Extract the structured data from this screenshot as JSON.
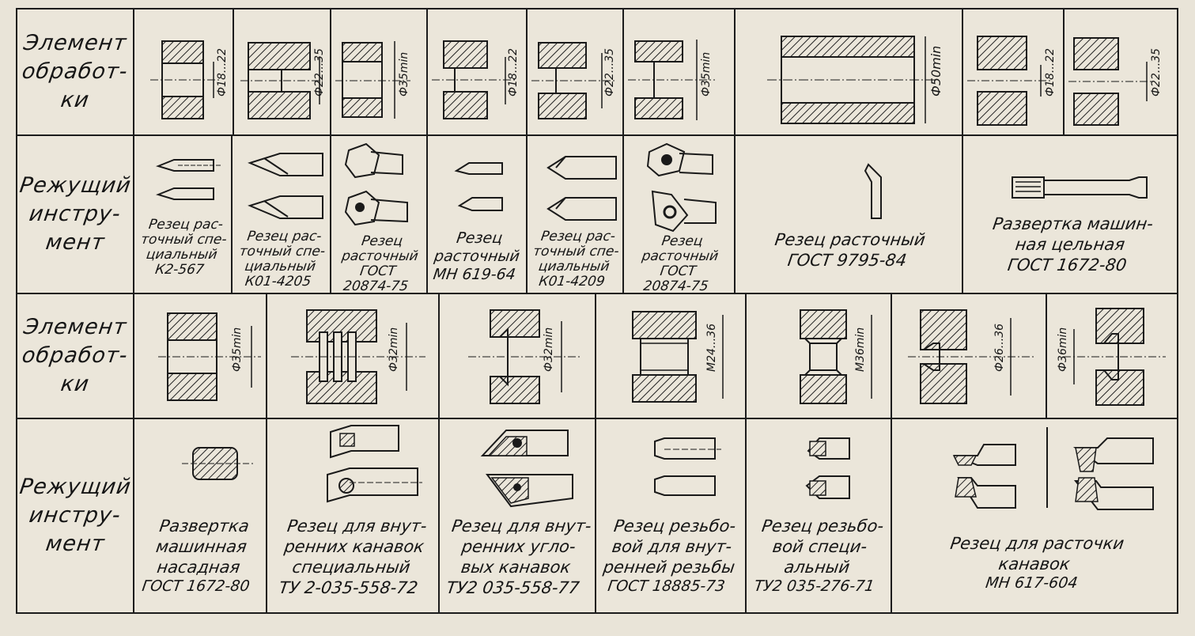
{
  "rows": {
    "element_label": [
      "Элемент",
      "обработ-",
      "ки"
    ],
    "tool_label": [
      "Режущий",
      "инстру-",
      "мент"
    ]
  },
  "top_elements": [
    {
      "dim": "Ф18...22"
    },
    {
      "dim": "Ф22...35"
    },
    {
      "dim": "Ф35min"
    },
    {
      "dim": "Ф18...22"
    },
    {
      "dim": "Ф22...35"
    },
    {
      "dim": "Ф35min"
    },
    {
      "dim": "Ф50min"
    },
    {
      "dim": "Ф18...22"
    },
    {
      "dim": "Ф22...35"
    }
  ],
  "top_tools": [
    {
      "lines": [
        "Резец рас-",
        "точный спе-",
        "циальный",
        "К2-567"
      ]
    },
    {
      "lines": [
        "Резец рас-",
        "точный спе-",
        "циальный",
        "К01-4205"
      ]
    },
    {
      "lines": [
        "Резец",
        "расточный",
        "ГОСТ",
        "20874-75"
      ]
    },
    {
      "lines": [
        "Резец",
        "расточный",
        "МН 619-64"
      ]
    },
    {
      "lines": [
        "Резец рас-",
        "точный спе-",
        "циальный",
        "К01-4209"
      ]
    },
    {
      "lines": [
        "Резец",
        "расточный",
        "ГОСТ",
        "20874-75"
      ]
    },
    {
      "lines": [
        "Резец расточный",
        "ГОСТ 9795-84"
      ]
    },
    {
      "lines": [
        "Развертка машин-",
        "ная цельная",
        "ГОСТ 1672-80"
      ]
    }
  ],
  "bottom_elements": [
    {
      "dim": "Ф35min"
    },
    {
      "dim": "Ф32min"
    },
    {
      "dim": "Ф32min"
    },
    {
      "dim": "М24...36"
    },
    {
      "dim": "М36min"
    },
    {
      "dim": "Ф26...36"
    },
    {
      "dim": "Ф36min"
    }
  ],
  "bottom_tools": [
    {
      "lines": [
        "Развертка",
        "машинная",
        "насадная",
        "ГОСТ 1672-80"
      ]
    },
    {
      "lines": [
        "Резец для внут-",
        "ренних канавок",
        "специальный",
        "ТУ 2-035-558-72"
      ]
    },
    {
      "lines": [
        "Резец для внут-",
        "ренних угло-",
        "вых канавок",
        "ТУ2 035-558-77"
      ]
    },
    {
      "lines": [
        "Резец резьбо-",
        "вой для внут-",
        "ренней резьбы",
        "ГОСТ 18885-73"
      ]
    },
    {
      "lines": [
        "Резец резьбо-",
        "вой специ-",
        "альный",
        "ТУ2 035-276-71"
      ]
    },
    {
      "lines": [
        "Резец для расточки",
        "канавок",
        "МН 617-604"
      ]
    }
  ]
}
